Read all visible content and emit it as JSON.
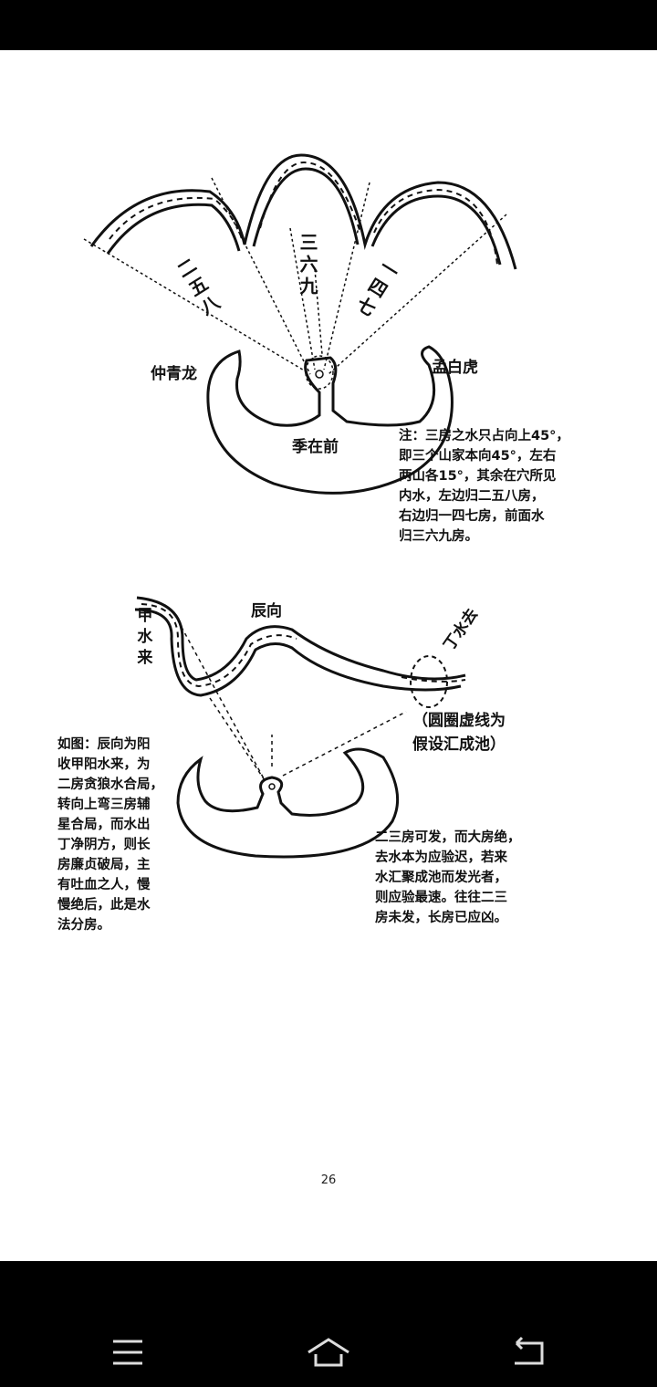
{
  "document": {
    "diagram1": {
      "sector_left": "二五八",
      "sector_middle": "三六九",
      "sector_right": "一四七",
      "left_label": "仲青龙",
      "right_label": "孟白虎",
      "front_label": "季在前",
      "note_lines": [
        "注：三房之水只占向上45°，",
        "即三个山家本向45°，左右",
        "两山各15°，其余在穴所见",
        "内水，左边归二五八房，",
        "右边归一四七房，前面水",
        "归三六九房。"
      ]
    },
    "diagram2": {
      "inflow_label": "甲水来",
      "facing_label": "辰向",
      "outflow_label": "丁水去",
      "circle_note_lines": [
        "（圆圈虚线为",
        "假设汇成池）"
      ],
      "left_note_lines": [
        "如图：辰向为阳",
        "收甲阳水来，为",
        "二房贪狼水合局，",
        "转向上弯三房辅",
        "星合局，而水出",
        "丁净阴方，则长",
        "房廉贞破局，主",
        "有吐血之人，慢",
        "慢绝后，此是水",
        "法分房。"
      ],
      "right_note_lines": [
        "二三房可发，而大房绝，",
        "去水本为应验迟，若来",
        "水汇聚成池而发光者，",
        "则应验最速。往往二三",
        "房未发，长房已应凶。"
      ]
    },
    "page_number": "26"
  },
  "navbar": {
    "icons": [
      "menu-icon",
      "home-icon",
      "back-icon"
    ]
  }
}
